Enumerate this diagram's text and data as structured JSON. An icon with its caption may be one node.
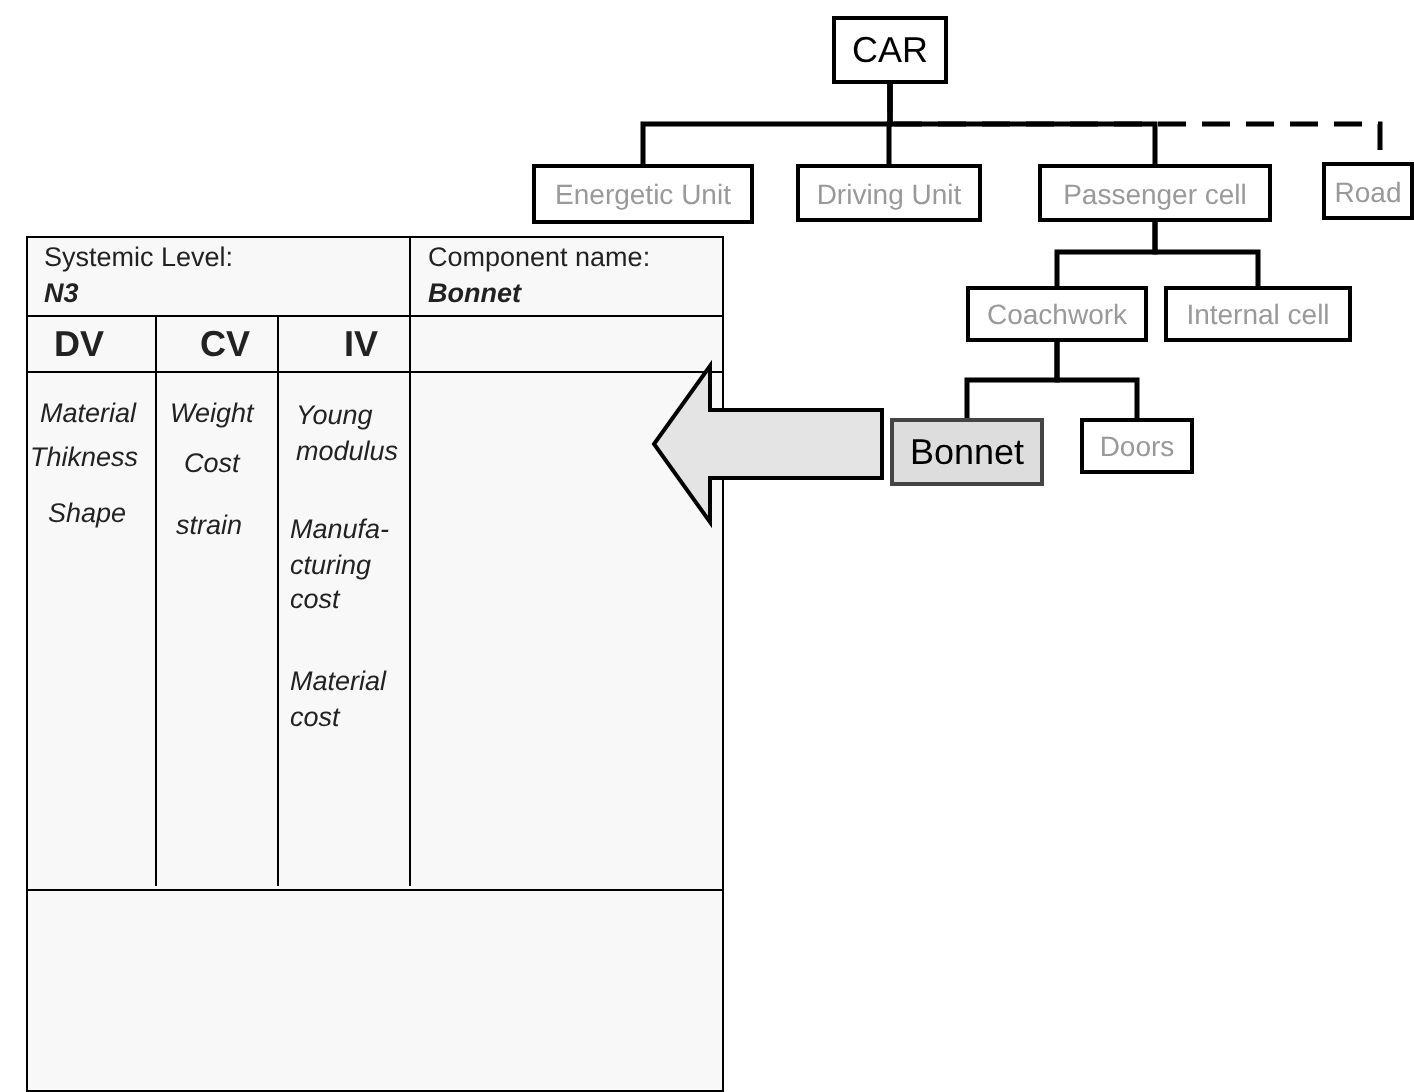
{
  "diagram": {
    "nodes": [
      {
        "text": [
          "CAR"
        ]
      },
      {
        "text": [
          "Energetic Unit"
        ]
      },
      {
        "text": [
          "Driving Unit"
        ]
      },
      {
        "text": [
          "Passenger cell"
        ]
      },
      {
        "text": [
          "Road"
        ]
      },
      {
        "text": [
          "Coachwork"
        ]
      },
      {
        "text": [
          "Internal cell"
        ]
      },
      {
        "text": [
          "Bonnet"
        ]
      },
      {
        "text": [
          "Doors"
        ]
      },
      {
        "text": [],
        "shape": "box"
      }
    ],
    "edges": [
      {
        "from": 0,
        "to": 1,
        "arrow": "none"
      },
      {
        "from": 0,
        "to": 2,
        "arrow": "none"
      },
      {
        "from": 0,
        "to": 3,
        "arrow": "none"
      },
      {
        "from": 0,
        "to": 4,
        "arrow": "none",
        "style": "dashed"
      },
      {
        "from": 3,
        "to": 5,
        "arrow": "none"
      },
      {
        "from": 3,
        "to": 6,
        "arrow": "none"
      },
      {
        "from": 5,
        "to": 7,
        "arrow": "none"
      },
      {
        "from": 5,
        "to": 8,
        "arrow": "none"
      },
      {
        "from": 7,
        "to": 9,
        "arrow": "to",
        "style": "thick"
      }
    ],
    "labels": [
      "Systemic Level:",
      "N3",
      "Component name:",
      "Bonnet",
      "DV",
      "CV",
      "IV",
      "Material",
      "Weight",
      "Young modulus",
      "Thikness",
      "Cost",
      "Shape",
      "strain",
      "Manufa- cturing cost",
      "Material cost"
    ]
  }
}
